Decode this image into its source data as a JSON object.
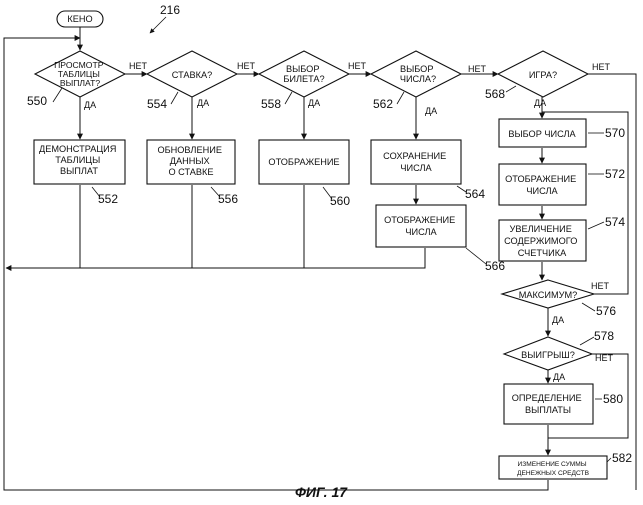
{
  "figure": {
    "ref": "216",
    "caption": "ФИГ. 17"
  },
  "edge_labels": {
    "no": "НЕТ",
    "yes": "ДА"
  },
  "nodes": {
    "start": {
      "text": "КЕНО"
    },
    "d550": {
      "lines": [
        "ПРОСМОТР",
        "ТАБЛИЦЫ",
        "ВЫПЛАТ?"
      ],
      "ref": "550"
    },
    "d554": {
      "lines": [
        "СТАВКА?"
      ],
      "ref": "554"
    },
    "d558": {
      "lines": [
        "ВЫБОР",
        "БИЛЕТА?"
      ],
      "ref": "558"
    },
    "d562": {
      "lines": [
        "ВЫБОР",
        "ЧИСЛА?"
      ],
      "ref": "562"
    },
    "d568": {
      "lines": [
        "ИГРА?"
      ],
      "ref": "568"
    },
    "b552": {
      "lines": [
        "ДЕМОНСТРАЦИЯ",
        "ТАБЛИЦЫ",
        "ВЫПЛАТ"
      ],
      "ref": "552"
    },
    "b556": {
      "lines": [
        "ОБНОВЛЕНИЕ",
        "ДАННЫХ",
        "О СТАВКЕ"
      ],
      "ref": "556"
    },
    "b560": {
      "lines": [
        "ОТОБРАЖЕНИЕ"
      ],
      "ref": "560"
    },
    "b564": {
      "lines": [
        "СОХРАНЕНИЕ",
        "ЧИСЛА"
      ],
      "ref": "564"
    },
    "b566": {
      "lines": [
        "ОТОБРАЖЕНИЕ",
        "ЧИСЛА"
      ],
      "ref": "566"
    },
    "b570": {
      "lines": [
        "ВЫБОР ЧИСЛА"
      ],
      "ref": "570"
    },
    "b572": {
      "lines": [
        "ОТОБРАЖЕНИЕ",
        "ЧИСЛА"
      ],
      "ref": "572"
    },
    "b574": {
      "lines": [
        "УВЕЛИЧЕНИЕ",
        "СОДЕРЖИМОГО",
        "СЧЕТЧИКА"
      ],
      "ref": "574"
    },
    "d576": {
      "lines": [
        "МАКСИМУМ?"
      ],
      "ref": "576"
    },
    "d578": {
      "lines": [
        "ВЫИГРЫШ?"
      ],
      "ref": "578"
    },
    "b580": {
      "lines": [
        "ОПРЕДЕЛЕНИЕ",
        "ВЫПЛАТЫ"
      ],
      "ref": "580"
    },
    "b582": {
      "lines": [
        "ИЗМЕНЕНИЕ СУММЫ",
        "ДЕНЕЖНЫХ СРЕДСТВ"
      ],
      "ref": "582"
    }
  }
}
